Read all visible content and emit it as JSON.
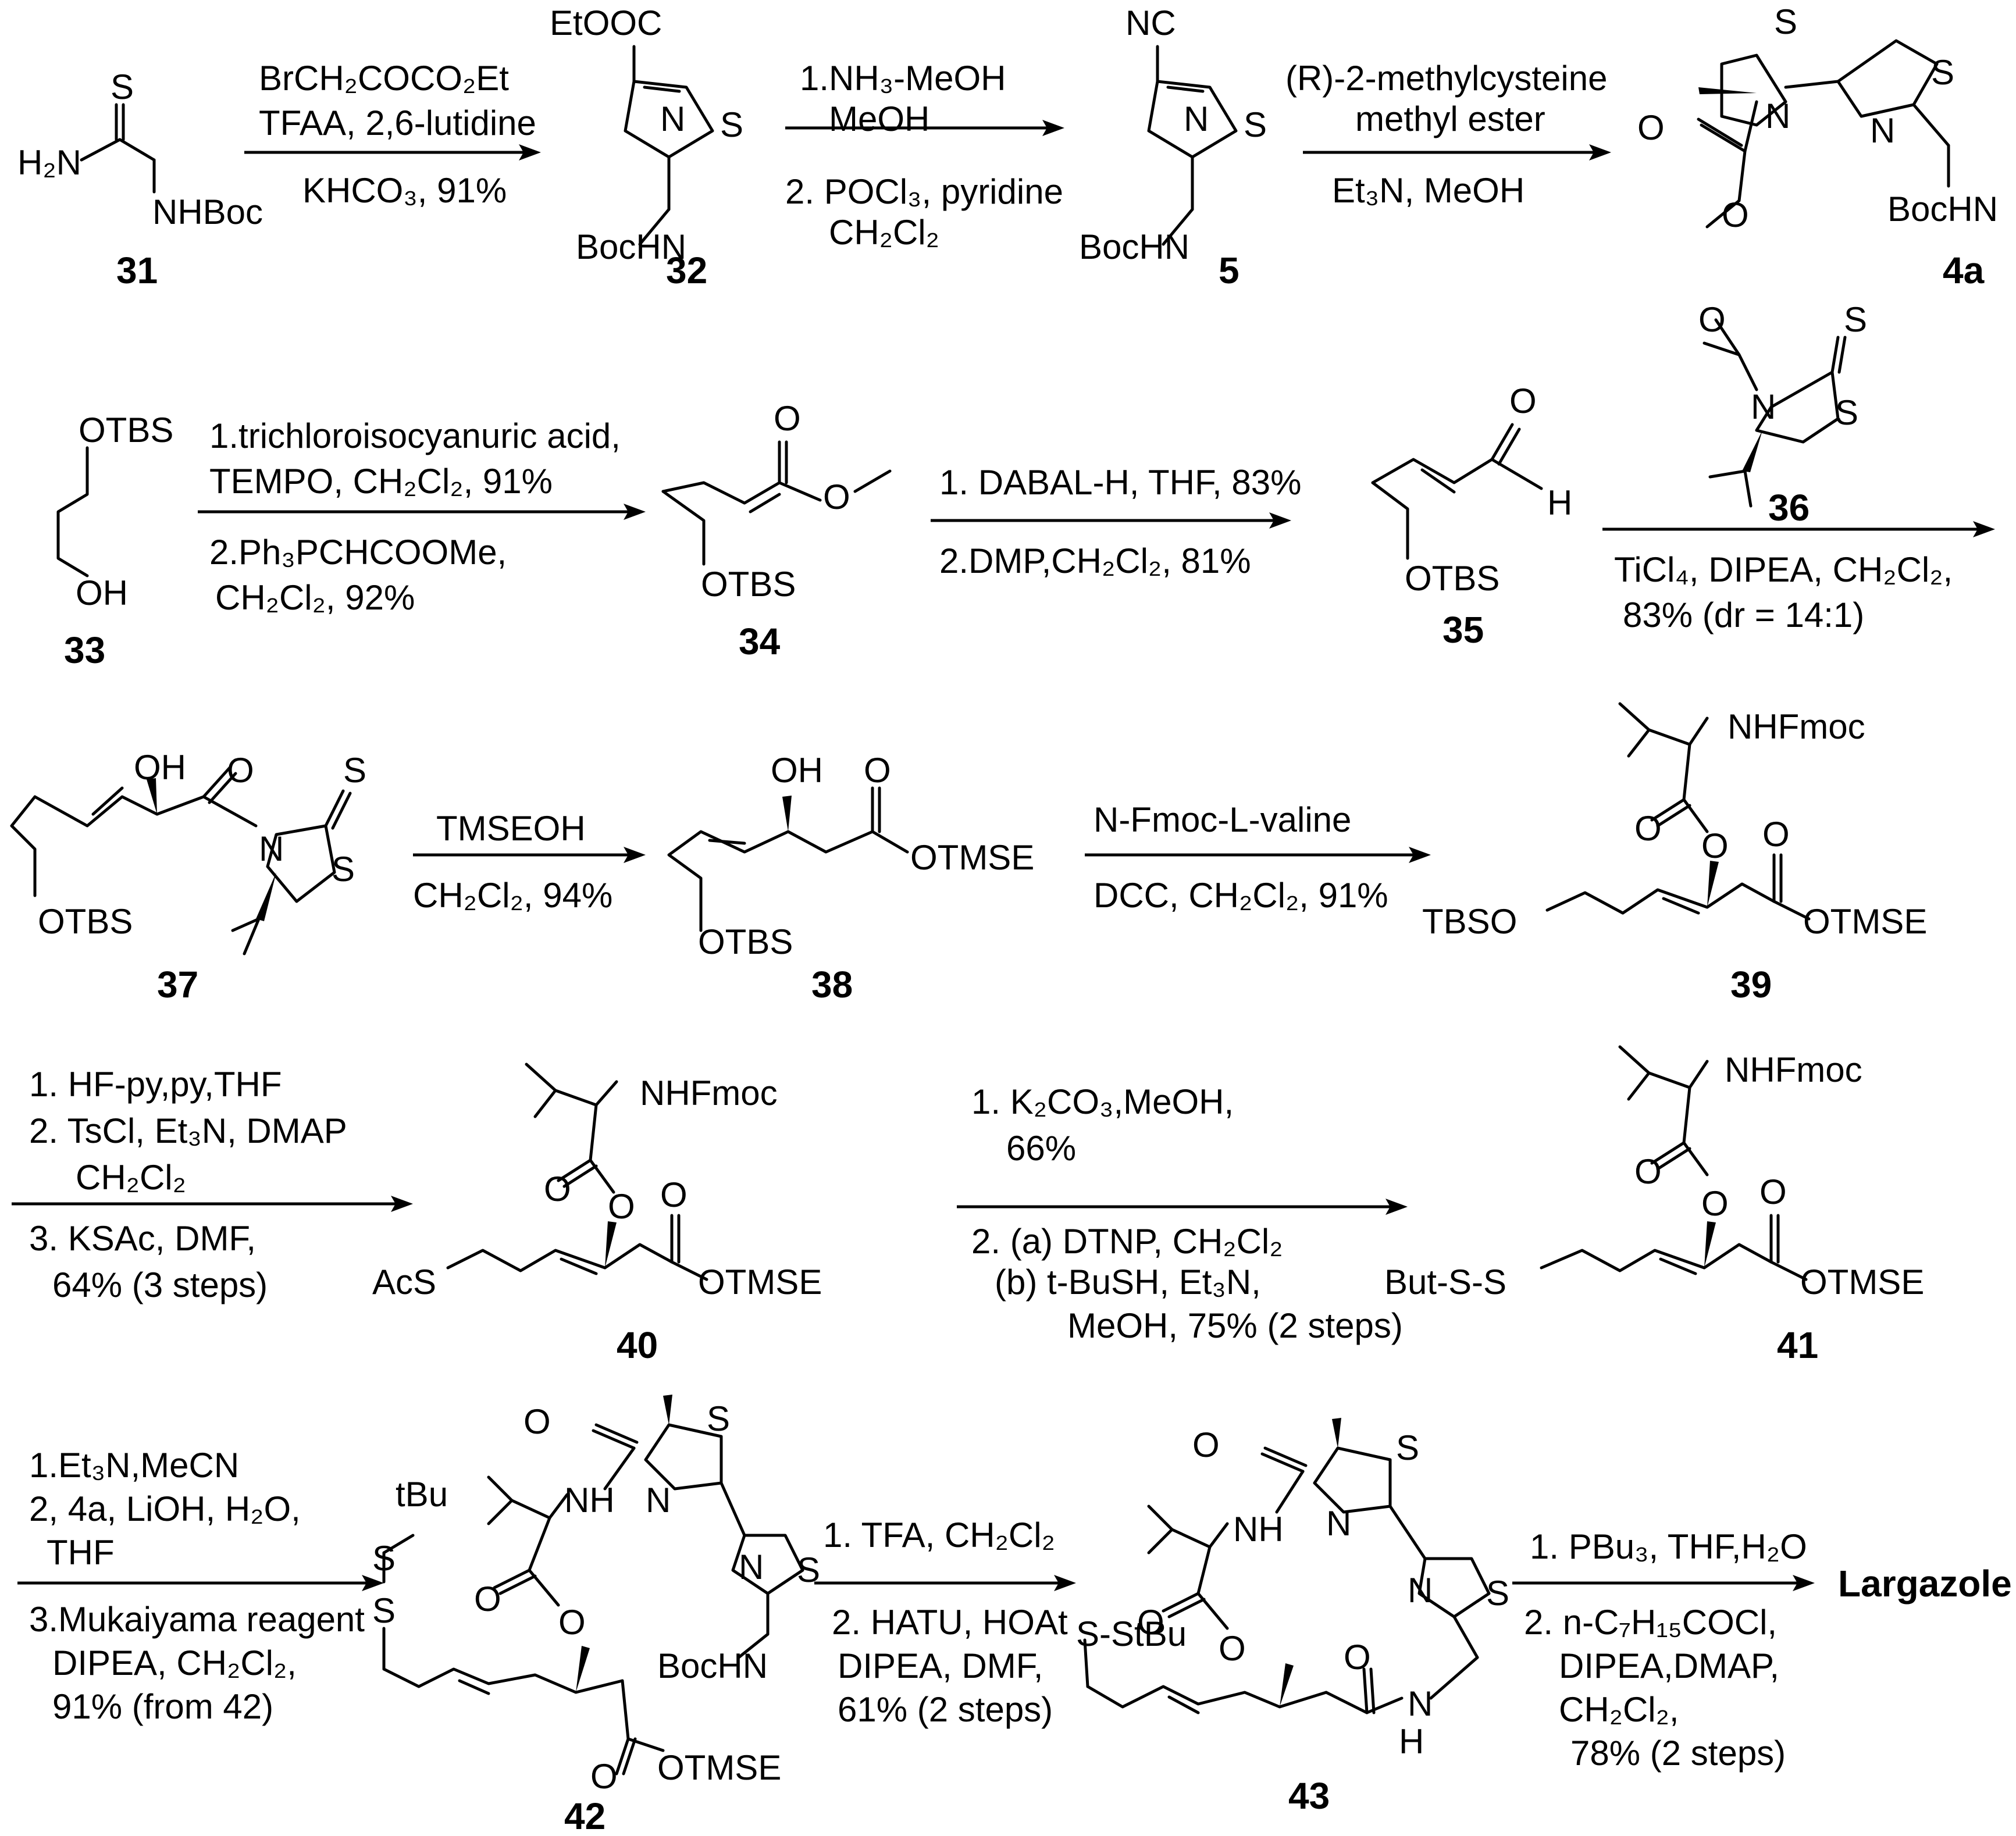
{
  "compounds": {
    "c31": "31",
    "c32": "32",
    "c5": "5",
    "c4a": "4a",
    "c33": "33",
    "c34": "34",
    "c35": "35",
    "c36": "36",
    "c37": "37",
    "c38": "38",
    "c39": "39",
    "c40": "40",
    "c41": "41",
    "c42": "42",
    "c43": "43",
    "final": "Largazole"
  },
  "atoms": {
    "S": "S",
    "N": "N",
    "O": "O",
    "H": "H",
    "H2N": "H₂N",
    "NHBoc": "NHBoc",
    "BocHN": "BocHN",
    "EtOOC": "EtOOC",
    "NC": "NC",
    "OTBS": "OTBS",
    "OH": "OH",
    "TBSO": "TBSO",
    "OTMSE": "OTMSE",
    "NHFmoc": "NHFmoc",
    "AcS": "AcS",
    "ButSS": "But-S-S",
    "SStBu": "S-StBu",
    "tBu": "tBu",
    "NH": "NH"
  },
  "reactions": {
    "r1": [
      "BrCH₂COCO₂Et",
      "TFAA, 2,6-lutidine",
      "KHCO₃, 91%"
    ],
    "r2": [
      "1.NH₃-MeOH",
      "MeOH",
      "2. POCl₃, pyridine",
      "CH₂Cl₂"
    ],
    "r3": [
      "(R)-2-methylcysteine",
      "methyl ester",
      "Et₃N, MeOH"
    ],
    "r4": [
      "1.trichloroisocyanuric acid,",
      "TEMPO, CH₂Cl₂, 91%",
      "2.Ph₃PCHCOOMe,",
      "CH₂Cl₂, 92%"
    ],
    "r5": [
      "1. DABAL-H, THF, 83%",
      "2.DMP,CH₂Cl₂, 81%"
    ],
    "r6": [
      "TiCl₄, DIPEA, CH₂Cl₂,",
      "83% (dr = 14:1)"
    ],
    "r7": [
      "TMSEOH",
      "CH₂Cl₂, 94%"
    ],
    "r8": [
      "N-Fmoc-L-valine",
      "DCC, CH₂Cl₂, 91%"
    ],
    "r9": [
      "1. HF-py,py,THF",
      "2. TsCl, Et₃N, DMAP",
      "CH₂Cl₂",
      "3. KSAc, DMF,",
      "64% (3 steps)"
    ],
    "r10": [
      "1. K₂CO₃,MeOH,",
      "66%",
      "2. (a) DTNP, CH₂Cl₂",
      "(b) t-BuSH, Et₃N,",
      "MeOH, 75% (2 steps)"
    ],
    "r11": [
      "1.Et₃N,MeCN",
      "2, 4a, LiOH, H₂O,",
      "THF",
      "3.Mukaiyama reagent",
      "DIPEA,  CH₂Cl₂,",
      "91% (from 42)"
    ],
    "r12": [
      "1. TFA, CH₂Cl₂",
      "2. HATU, HOAt",
      "DIPEA, DMF,",
      "61% (2 steps)"
    ],
    "r13": [
      "1. PBu₃, THF,H₂O",
      "2. n-C₇H₁₅COCl,",
      "DIPEA,DMAP,",
      "CH₂Cl₂,",
      "78% (2 steps)"
    ]
  }
}
